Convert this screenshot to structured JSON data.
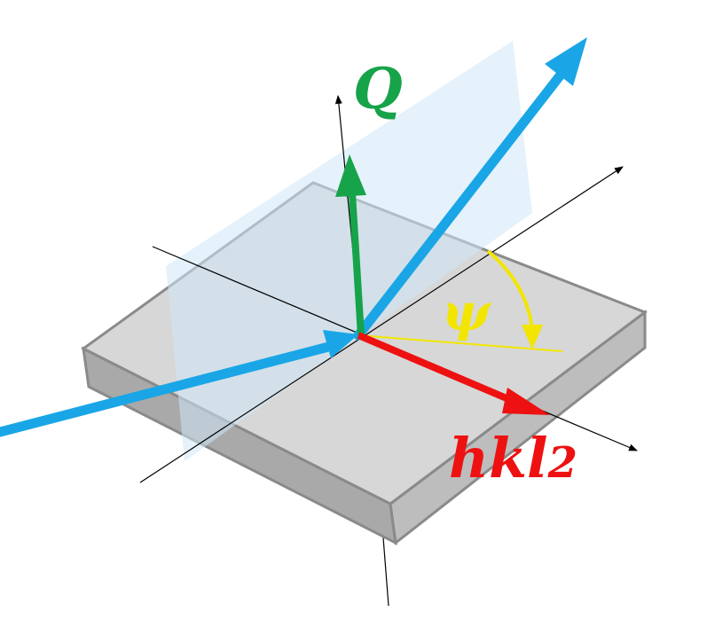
{
  "labels": {
    "q": "Q",
    "psi": "ψ",
    "hkl_main": "hkl",
    "hkl_sub": "2"
  },
  "colors": {
    "slab_top": "#d7d7d7",
    "slab_side_left": "#a9a9a9",
    "slab_side_right": "#bdbdbd",
    "slab_edge": "#8a8a8a",
    "plane": "#cfe8f8",
    "beam": "#1aa6e6",
    "q_vector": "#17a34a",
    "hkl_vector": "#ee1111",
    "psi_arc": "#f2e600",
    "axis": "#000000"
  }
}
